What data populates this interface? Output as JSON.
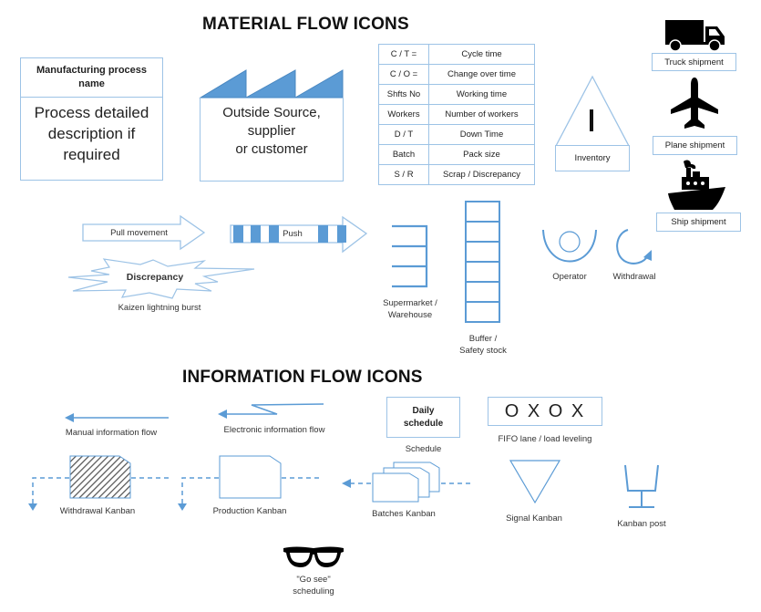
{
  "headings": {
    "material": "MATERIAL FLOW ICONS",
    "information": "INFORMATION FLOW ICONS"
  },
  "colors": {
    "accent": "#5b9bd5",
    "outline": "#9dc3e6",
    "icon_black": "#000000"
  },
  "process_box": {
    "title": "Manufacturing process name",
    "body": "Process detailed description if required"
  },
  "outside_source": {
    "line1": "Outside Source,",
    "line2": "supplier",
    "line3": "or customer"
  },
  "legend_table": [
    {
      "key": "C / T  =",
      "value": "Cycle time"
    },
    {
      "key": "C / O  =",
      "value": "Change over time"
    },
    {
      "key": "Shfts  No",
      "value": "Working time"
    },
    {
      "key": "Workers",
      "value": "Number of workers"
    },
    {
      "key": "D / T",
      "value": "Down Time"
    },
    {
      "key": "Batch",
      "value": "Pack size"
    },
    {
      "key": "S / R",
      "value": "Scrap / Discrepancy"
    }
  ],
  "inventory": {
    "mark": "I",
    "label": "Inventory"
  },
  "shipments": {
    "truck": "Truck shipment",
    "plane": "Plane shipment",
    "ship": "Ship shipment"
  },
  "material_icons": {
    "pull": "Pull  movement",
    "push": "Push",
    "discrepancy": "Discrepancy",
    "kaizen": "Kaizen  lightning burst",
    "supermarket": [
      "Supermarket /",
      "Warehouse"
    ],
    "buffer": [
      "Buffer /",
      "Safety stock"
    ],
    "operator": "Operator",
    "withdrawal": "Withdrawal"
  },
  "info_icons": {
    "manual": "Manual information flow",
    "electronic": "Electronic information flow",
    "schedule_box": [
      "Daily",
      "schedule"
    ],
    "schedule": "Schedule",
    "fifo_box": "O X O X",
    "fifo": "FIFO lane / load leveling",
    "withdrawal_kanban": "Withdrawal Kanban",
    "production_kanban": "Production Kanban",
    "batches_kanban": "Batches Kanban",
    "signal_kanban": "Signal Kanban",
    "kanban_post": "Kanban post",
    "go_see": [
      "\"Go see\"",
      "scheduling"
    ]
  }
}
